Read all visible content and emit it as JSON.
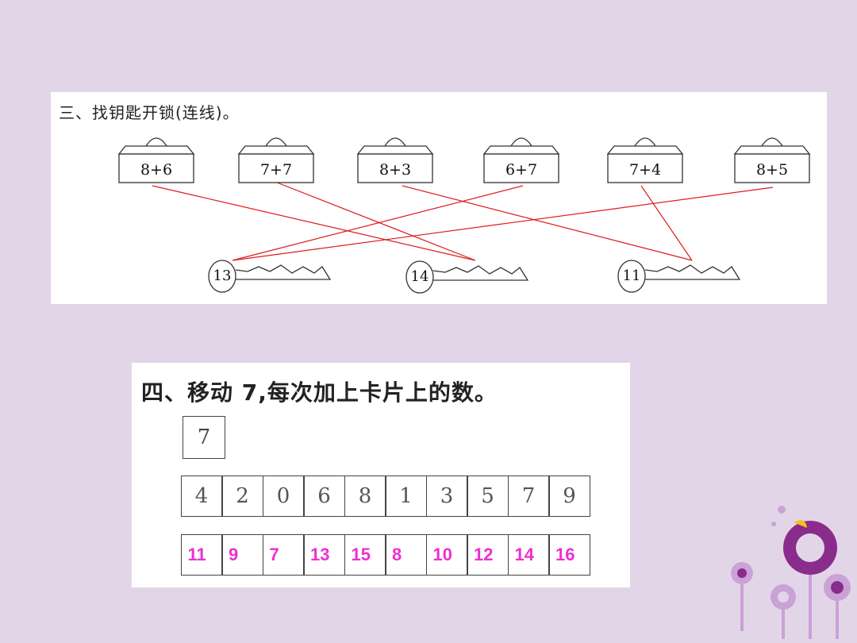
{
  "section3": {
    "title": "三、找钥匙开锁(连线)。",
    "locks": [
      {
        "expr": "8+6",
        "answer": 14
      },
      {
        "expr": "7+7",
        "answer": 14
      },
      {
        "expr": "8+3",
        "answer": 11
      },
      {
        "expr": "6+7",
        "answer": 13
      },
      {
        "expr": "7+4",
        "answer": 11
      },
      {
        "expr": "8+5",
        "answer": 13
      }
    ],
    "keys": [
      "13",
      "14",
      "11"
    ],
    "line_color": "#e0191c"
  },
  "section4": {
    "title": "四、移动 7,每次加上卡片上的数。",
    "start": "7",
    "cards": [
      "4",
      "2",
      "0",
      "6",
      "8",
      "1",
      "3",
      "5",
      "7",
      "9"
    ],
    "answers": [
      "11",
      "9",
      "7",
      "13",
      "15",
      "8",
      "10",
      "12",
      "14",
      "16"
    ],
    "answer_color": "#ee2fd0"
  },
  "colors": {
    "background": "#e3d5e8",
    "decoration_purple": "#8a2c8c",
    "decoration_light": "#c9a2d6"
  }
}
